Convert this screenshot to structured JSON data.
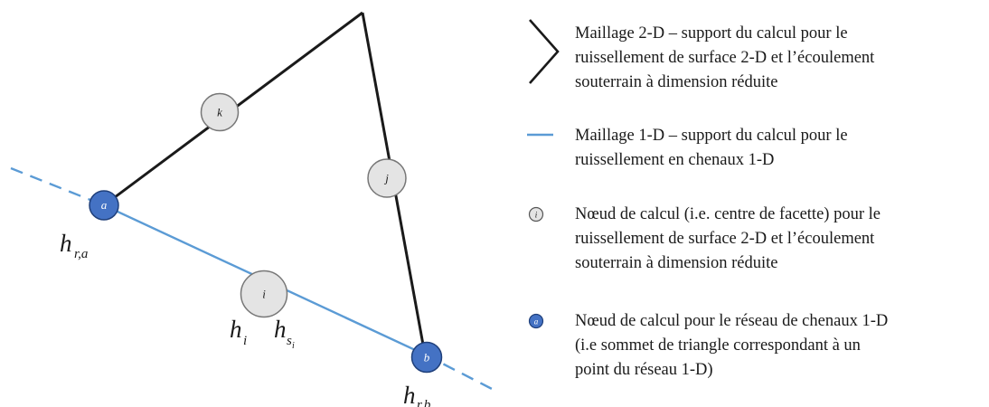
{
  "nodes": {
    "a": {
      "label": "a",
      "fill": "#4472c4"
    },
    "b": {
      "label": "b",
      "fill": "#4472c4"
    },
    "i": {
      "label": "i",
      "fill": "#e4e4e4"
    },
    "j": {
      "label": "j",
      "fill": "#e4e4e4"
    },
    "k": {
      "label": "k",
      "fill": "#e4e4e4"
    }
  },
  "variables": {
    "h_ra": {
      "main": "h",
      "sub": "r,a"
    },
    "h_i": {
      "main": "h",
      "sub": "i"
    },
    "h_si": {
      "main": "h",
      "sub": "s",
      "subsub": "i"
    },
    "h_rb": {
      "main": "h",
      "sub": "r,b"
    }
  },
  "colors": {
    "mesh_2d": "#1a1a1a",
    "mesh_1d": "#5b9bd5",
    "node_2d_fill": "#e4e4e4",
    "node_1d_fill": "#4472c4"
  },
  "legend": {
    "mesh_2d": {
      "icon": "triangle-icon",
      "lines": [
        "Maillage 2-D – support du calcul pour le",
        "ruissellement de surface 2-D et l’écoulement",
        "souterrain à dimension réduite"
      ]
    },
    "mesh_1d": {
      "icon": "blue-line-icon",
      "lines": [
        "Maillage 1-D – support du calcul pour le",
        "ruissellement en chenaux 1-D"
      ]
    },
    "node_2d": {
      "icon": "grey-node-icon",
      "symbol": "i",
      "lines": [
        "Nœud de calcul (i.e. centre de facette) pour le",
        "ruissellement de surface 2-D et l’écoulement",
        "souterrain à dimension réduite"
      ]
    },
    "node_1d": {
      "icon": "blue-node-icon",
      "symbol": "a",
      "lines": [
        "Nœud de calcul pour le réseau de chenaux 1-D",
        "(i.e sommet de triangle correspondant à un",
        "point du réseau 1-D)"
      ]
    }
  }
}
